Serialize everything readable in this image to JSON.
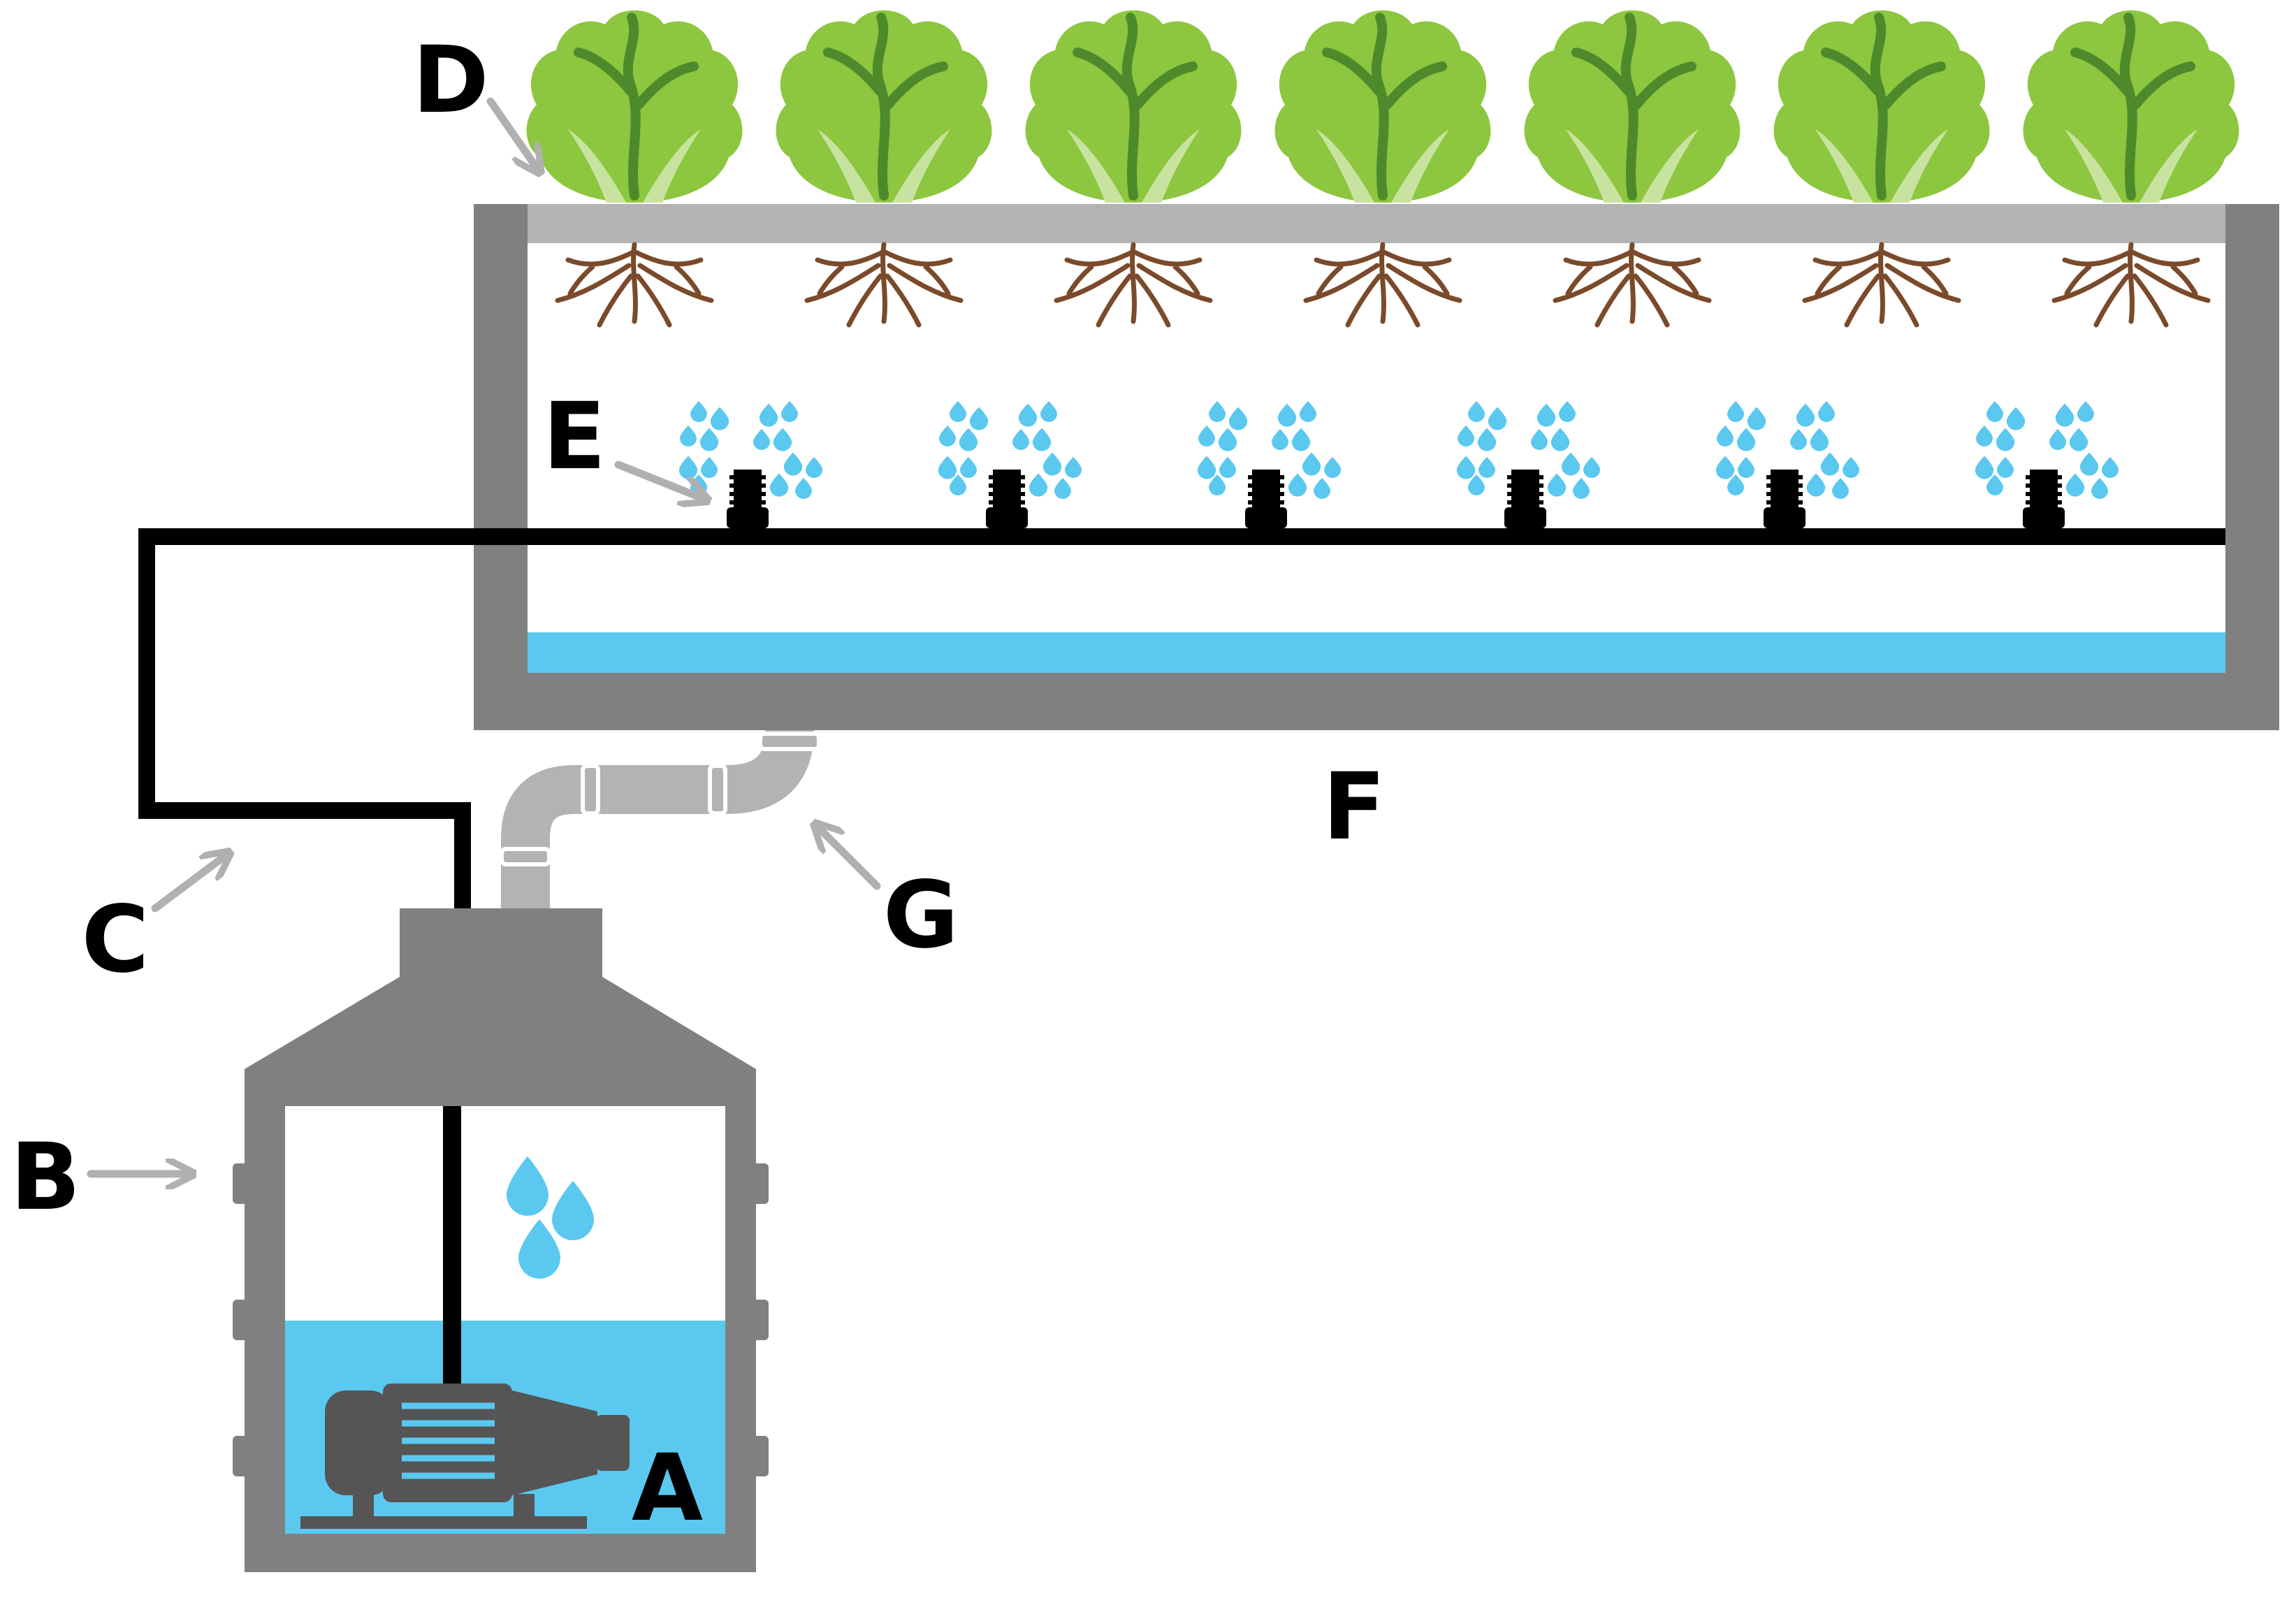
{
  "labels": {
    "pump": "A",
    "reservoir": "B",
    "supply_pipe": "C",
    "plants": "D",
    "sprayers": "E",
    "grow_chamber": "F",
    "return_pipe": "G"
  },
  "counts": {
    "plants": 7,
    "sprayers": 6
  },
  "colors": {
    "tank_gray": "#808080",
    "pipe_light_gray": "#b3b3b3",
    "water_blue": "#5bc8ef",
    "pipe_black": "#000000",
    "leaf_green": "#8dc63f",
    "leaf_dark": "#4e8a2c",
    "root_brown": "#7a4a2a",
    "arrow_gray": "#b0b0b0"
  },
  "icons": [
    "lettuce-icon",
    "roots-icon",
    "sprayer-nozzle-icon",
    "water-droplet-icon",
    "pump-motor-icon",
    "arrow-icon"
  ]
}
